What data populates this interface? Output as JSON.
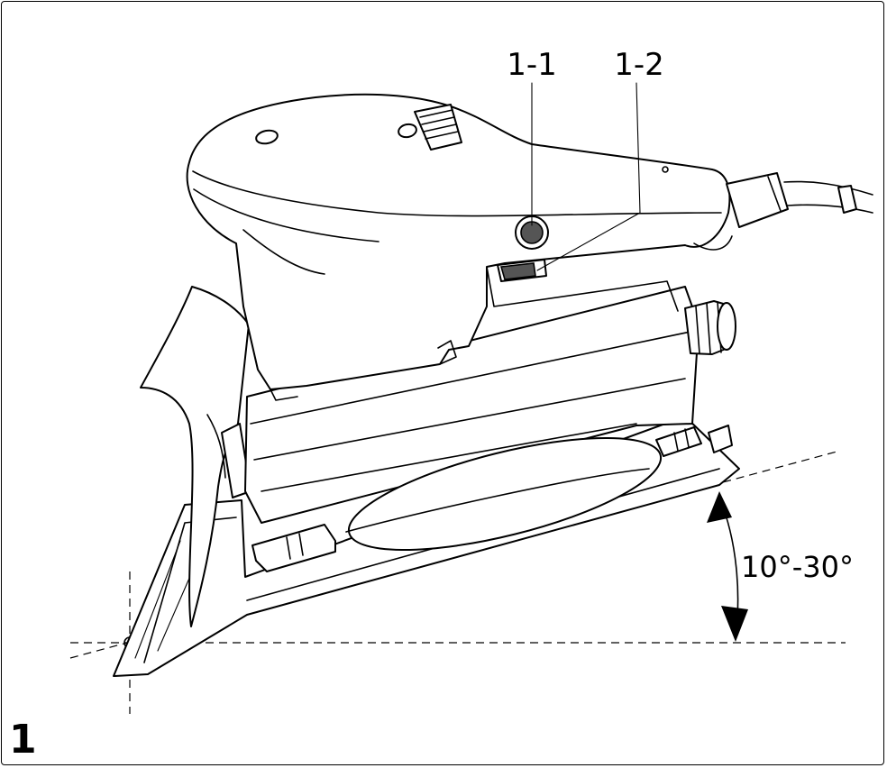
{
  "figure": {
    "number": "1",
    "callouts": [
      {
        "id": "1-1",
        "label": "1-1"
      },
      {
        "id": "1-2",
        "label": "1-2"
      }
    ],
    "angle_label": "10°-30°"
  },
  "colors": {
    "line": "#000000",
    "background": "#ffffff",
    "dark_fill": "#555555"
  }
}
